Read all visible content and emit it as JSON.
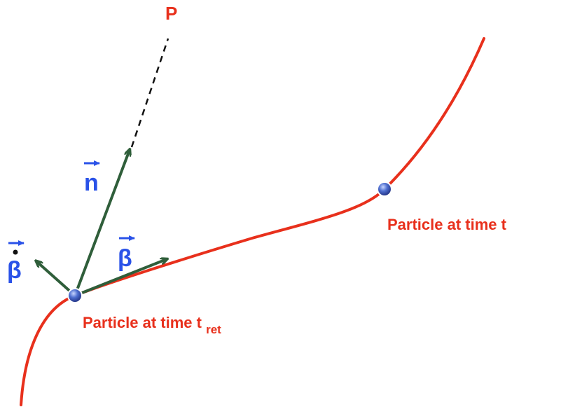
{
  "point_label": "P",
  "vector_n": "n",
  "vector_beta": "β",
  "vector_beta_dot": "β",
  "label_retarded": {
    "main": "Particle at time t",
    "subscript": "ret"
  },
  "label_present": "Particle at time t",
  "colors": {
    "trajectory": "#e8301c",
    "vectors": "#2f5e3a",
    "labels_red": "#e8301c",
    "labels_blue": "#2a52e8",
    "dashed_line": "#111111",
    "particle_fill": "#3a55b8"
  },
  "icons": [
    "particle-dot-icon",
    "arrow-icon"
  ]
}
